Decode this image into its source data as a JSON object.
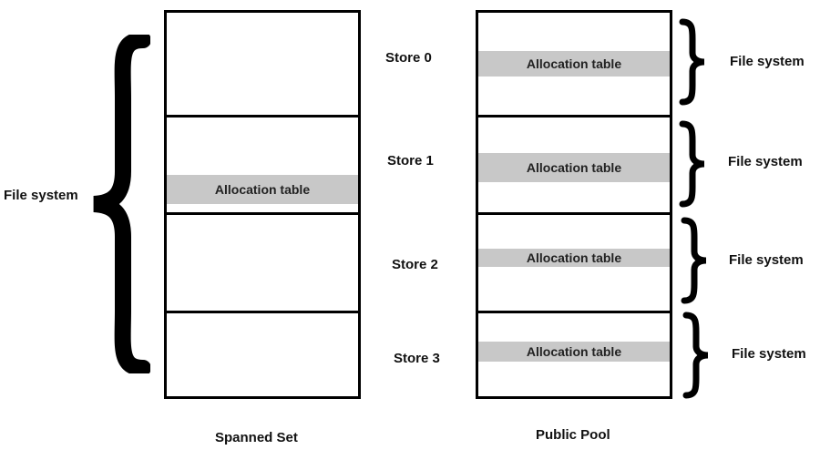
{
  "left_column": {
    "caption": "Spanned Set",
    "brace_label": "File system",
    "allocation_label": "Allocation table"
  },
  "stores": [
    {
      "label": "Store 0"
    },
    {
      "label": "Store 1"
    },
    {
      "label": "Store 2"
    },
    {
      "label": "Store 3"
    }
  ],
  "right_column": {
    "caption": "Public Pool",
    "segments": [
      {
        "allocation_label": "Allocation table",
        "fs_label": "File system"
      },
      {
        "allocation_label": "Allocation table",
        "fs_label": "File system"
      },
      {
        "allocation_label": "Allocation table",
        "fs_label": "File system"
      },
      {
        "allocation_label": "Allocation table",
        "fs_label": "File system"
      }
    ]
  },
  "colors": {
    "border": "#000000",
    "band": "#c8c8c8",
    "background": "#ffffff"
  }
}
